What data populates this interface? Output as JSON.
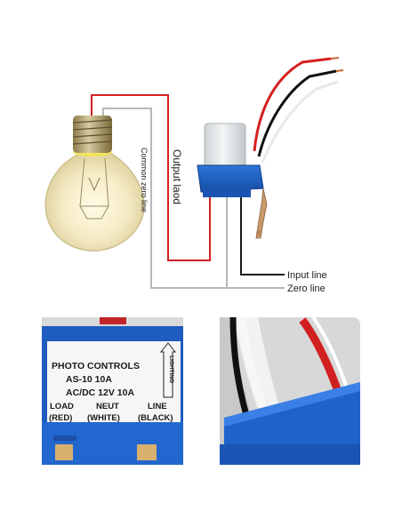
{
  "diagram": {
    "label_output_load": "Output laod",
    "label_common_zero": "Common zero line",
    "label_input_line": "Input line",
    "label_zero_line": "Zero line"
  },
  "photo_left": {
    "plate_line1": "PHOTO CONTROLS",
    "plate_line2": "AS-10  10A",
    "plate_line3": "AC/DC  12V  10A",
    "plate_arrow_text": "LIGHTING",
    "terminal_load": "LOAD",
    "terminal_neut": "NEUT",
    "terminal_line": "LINE",
    "wire_red": "(RED)",
    "wire_white": "(WHITE)",
    "wire_black": "(BLACK)"
  },
  "colors": {
    "wire_red": "#d42020",
    "wire_gray": "#b8b8b8",
    "wire_black": "#1a1a1a",
    "sensor_blue": "#1f5fc4",
    "bulb_glass": "#f6ecc8"
  }
}
